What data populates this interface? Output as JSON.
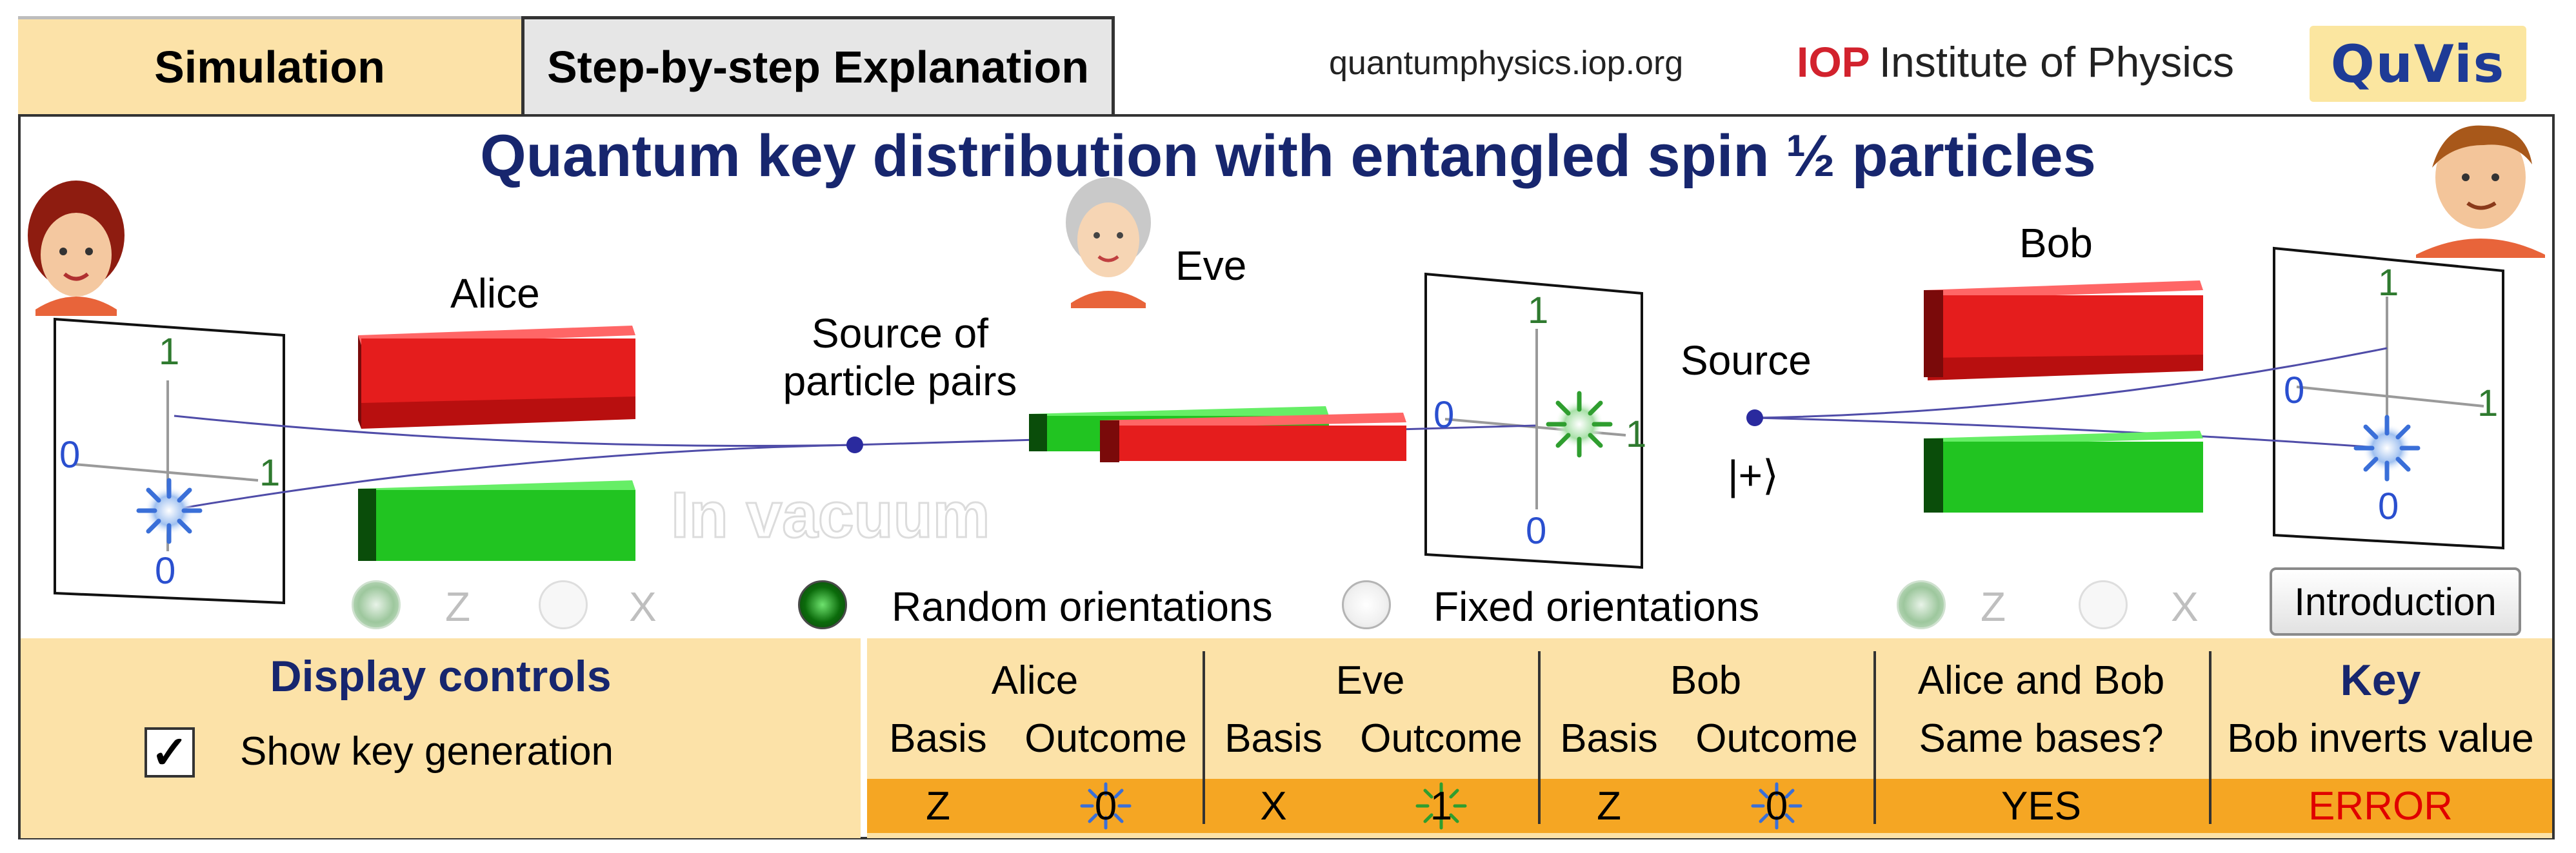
{
  "tabs": [
    {
      "label": "Simulation",
      "active": true
    },
    {
      "label": "Step-by-step Explanation",
      "active": false
    }
  ],
  "header": {
    "website": "quantumphysics.iop.org",
    "iop_abbrev": "IOP",
    "iop_name": "Institute of Physics",
    "quvis_logo": "QuVis"
  },
  "title": "Quantum key distribution with entangled spin ½ particles",
  "characters": {
    "alice": "Alice",
    "eve": "Eve",
    "bob": "Bob"
  },
  "left_setup": {
    "source_label_line1": "Source of",
    "source_label_line2": "particle pairs",
    "vacuum_watermark": "In vacuum",
    "alice_detector": {
      "top": "1",
      "left": "0",
      "right": "1",
      "bottom": "0"
    },
    "eve_detector": {
      "top": "1",
      "left": "0",
      "right": "1",
      "bottom": "0"
    }
  },
  "right_setup": {
    "source_label": "Source",
    "state_label": "|+⟩",
    "bob_detector": {
      "top": "1",
      "left": "0",
      "right": "1",
      "bottom": "0"
    }
  },
  "controls": {
    "alice_z": "Z",
    "alice_x": "X",
    "random": "Random orientations",
    "fixed": "Fixed orientations",
    "bob_z": "Z",
    "bob_x": "X",
    "random_selected": true,
    "introduction_button": "Introduction"
  },
  "display_controls": {
    "title": "Display controls",
    "show_key_generation": "Show key generation",
    "checked": true,
    "check_mark": "✓"
  },
  "table": {
    "groups": [
      {
        "name": "Alice",
        "basis": "Basis",
        "outcome": "Outcome"
      },
      {
        "name": "Eve",
        "basis": "Basis",
        "outcome": "Outcome"
      },
      {
        "name": "Bob",
        "basis": "Basis",
        "outcome": "Outcome"
      }
    ],
    "same_bases_line1": "Alice and Bob",
    "same_bases_line2": "Same bases?",
    "key_title": "Key",
    "key_subtitle": "Bob inverts value",
    "row": {
      "alice_basis": "Z",
      "alice_outcome": "0",
      "eve_basis": "X",
      "eve_outcome": "1",
      "bob_basis": "Z",
      "bob_outcome": "0",
      "same_bases": "YES",
      "key": "ERROR"
    }
  },
  "colors": {
    "accent_navy": "#17266e",
    "panel_bg": "#fce2a8",
    "row_orange": "#f5a623",
    "error_red": "#e00000",
    "magnet_red": "#e51d1d",
    "magnet_green": "#21c421",
    "spin_blue": "#3a6fd8",
    "spin_green": "#2f9e2f"
  }
}
